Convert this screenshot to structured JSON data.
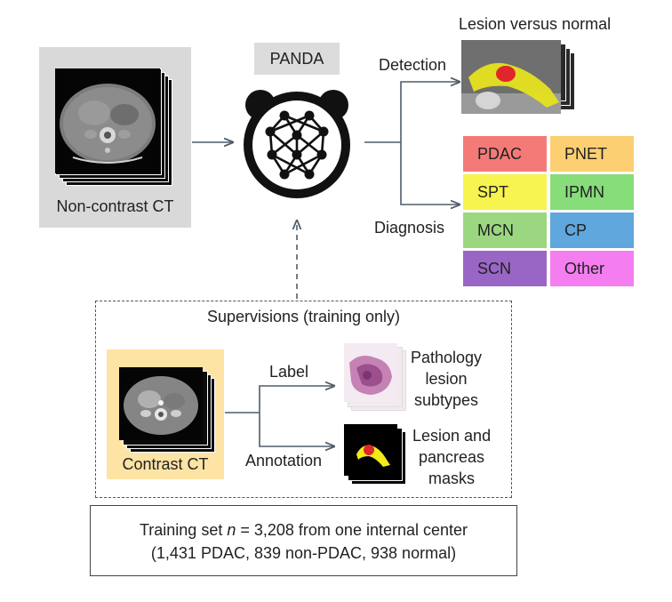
{
  "non_contrast": {
    "label": "Non-contrast CT"
  },
  "panda": {
    "title": "PANDA"
  },
  "detection": {
    "label": "Detection",
    "title": "Lesion versus normal"
  },
  "diagnosis": {
    "label": "Diagnosis",
    "classes": [
      {
        "name": "PDAC",
        "color": "#f47a78"
      },
      {
        "name": "PNET",
        "color": "#fdcf73"
      },
      {
        "name": "SPT",
        "color": "#f7f34f"
      },
      {
        "name": "IPMN",
        "color": "#86dd79"
      },
      {
        "name": "MCN",
        "color": "#9bd780"
      },
      {
        "name": "CP",
        "color": "#5fa7dd"
      },
      {
        "name": "SCN",
        "color": "#9a66c6"
      },
      {
        "name": "Other",
        "color": "#f47ef0"
      }
    ]
  },
  "supervision": {
    "title": "Supervisions (training only)",
    "contrast_label": "Contrast CT",
    "label_edge": "Label",
    "annotation_edge": "Annotation",
    "pathology_lines": [
      "Pathology",
      "lesion",
      "subtypes"
    ],
    "mask_lines": [
      "Lesion and",
      "pancreas",
      "masks"
    ]
  },
  "training": {
    "prefix": "Training set ",
    "n_symbol": "n",
    "suffix": " = 3,208 from one internal center",
    "line2": "(1,431 PDAC, 839 non-PDAC, 938 normal)"
  },
  "colors": {
    "arrow": "#4f5d6b",
    "background": "#ffffff"
  }
}
